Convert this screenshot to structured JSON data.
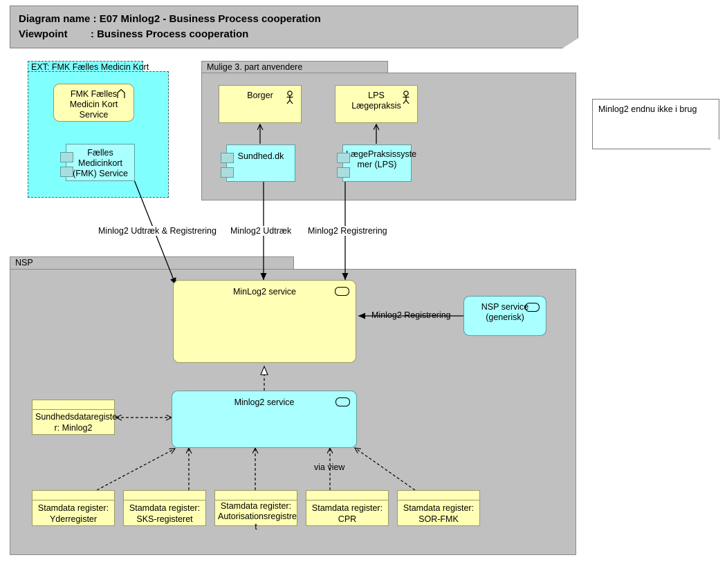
{
  "header": {
    "line1": "Diagram name : E07 Minlog2 - Business Process cooperation",
    "line2": "Viewpoint        : Business Process cooperation"
  },
  "groups": {
    "fmk": {
      "label": "EXT: FMK Fælles Medicin Kort",
      "fill": "#80ffff"
    },
    "third_party": {
      "label": "Mulige 3. part anvendere",
      "fill": "#c0c0c0"
    },
    "nsp": {
      "label": "NSP",
      "fill": "#c0c0c0"
    }
  },
  "nodes": {
    "fmk_service": {
      "label": "FMK Fælles\nMedicin Kort\nService",
      "icon": "chevron-up-icon",
      "fill": "#ffffb5"
    },
    "fmk_component": {
      "label": "Fælles\nMedicinkort\n(FMK) Service",
      "icon": "component-icon",
      "fill": "#aaffff"
    },
    "borger": {
      "label": "Borger",
      "icon": "actor-icon",
      "fill": "#ffffb5"
    },
    "lps_laegepraksis": {
      "label": "LPS\nLægepraksis",
      "icon": "actor-icon",
      "fill": "#ffffb5"
    },
    "sundhed_dk": {
      "label": "Sundhed.dk",
      "icon": "component-icon",
      "fill": "#aaffff"
    },
    "lps_system": {
      "label": "LægePraksissyste\nmer (LPS)",
      "icon": "component-icon",
      "fill": "#aaffff"
    },
    "minlog2_service_app": {
      "label": "MinLog2 service",
      "icon": "rounded-rect-icon",
      "fill": "#ffffb5"
    },
    "nsp_service": {
      "label": "NSP service\n(generisk)",
      "icon": "rounded-rect-icon",
      "fill": "#aaffff"
    },
    "minlog2_service_tech": {
      "label": "Minlog2 service",
      "icon": "rounded-rect-icon",
      "fill": "#aaffff"
    },
    "sundhedsdataregister": {
      "label": "Sundhedsdatregiste\nr: Minlog2",
      "fill": "#ffffb5"
    }
  },
  "sundhedsdataregister_label": "Sundhedsdataregiste\nr: Minlog2",
  "stamdata": [
    {
      "label": "Stamdata register:\nYderregister"
    },
    {
      "label": "Stamdata register:\nSKS-registeret"
    },
    {
      "label": "Stamdata register:\nAutorisationsregistre\nt"
    },
    {
      "label": "Stamdata register:\nCPR"
    },
    {
      "label": "Stamdata register:\nSOR-FMK"
    }
  ],
  "connector_labels": {
    "fmk_to_minlog2": "Minlog2 Udtræk & Registrering",
    "sundhed_to_minlog2": "Minlog2 Udtræk",
    "lps_to_minlog2": "Minlog2 Registrering",
    "nsp_to_minlog2": "Minlog2 Registrering",
    "via_view": "via view"
  },
  "note": {
    "text": "Minlog2 endnu ikke i brug"
  }
}
